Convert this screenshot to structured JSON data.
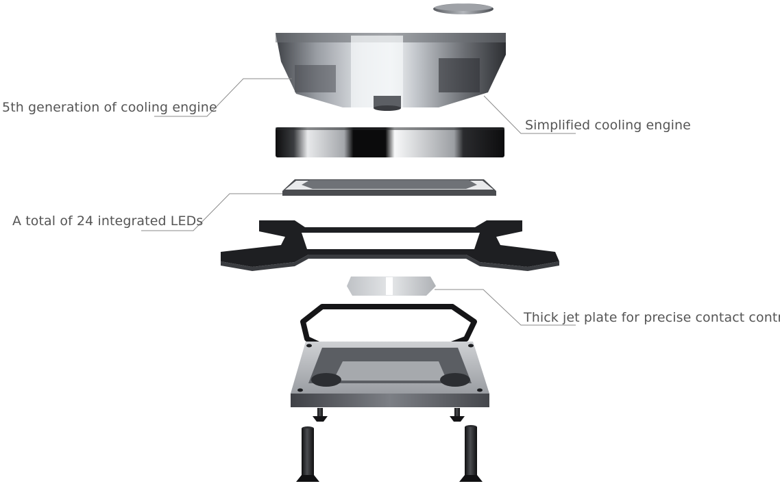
{
  "callouts": {
    "cooling_engine_gen": "5th generation of cooling engine",
    "simplified_engine": "Simplified cooling engine",
    "leds": "A total of 24 integrated LEDs",
    "jet_plate": "Thick jet plate for precise contact control"
  },
  "colors": {
    "leader_line": "#888888",
    "text": "#555555",
    "dark_part": "#1c1c1e",
    "metal": "#8e9196",
    "glass": "#c9ccd1"
  }
}
